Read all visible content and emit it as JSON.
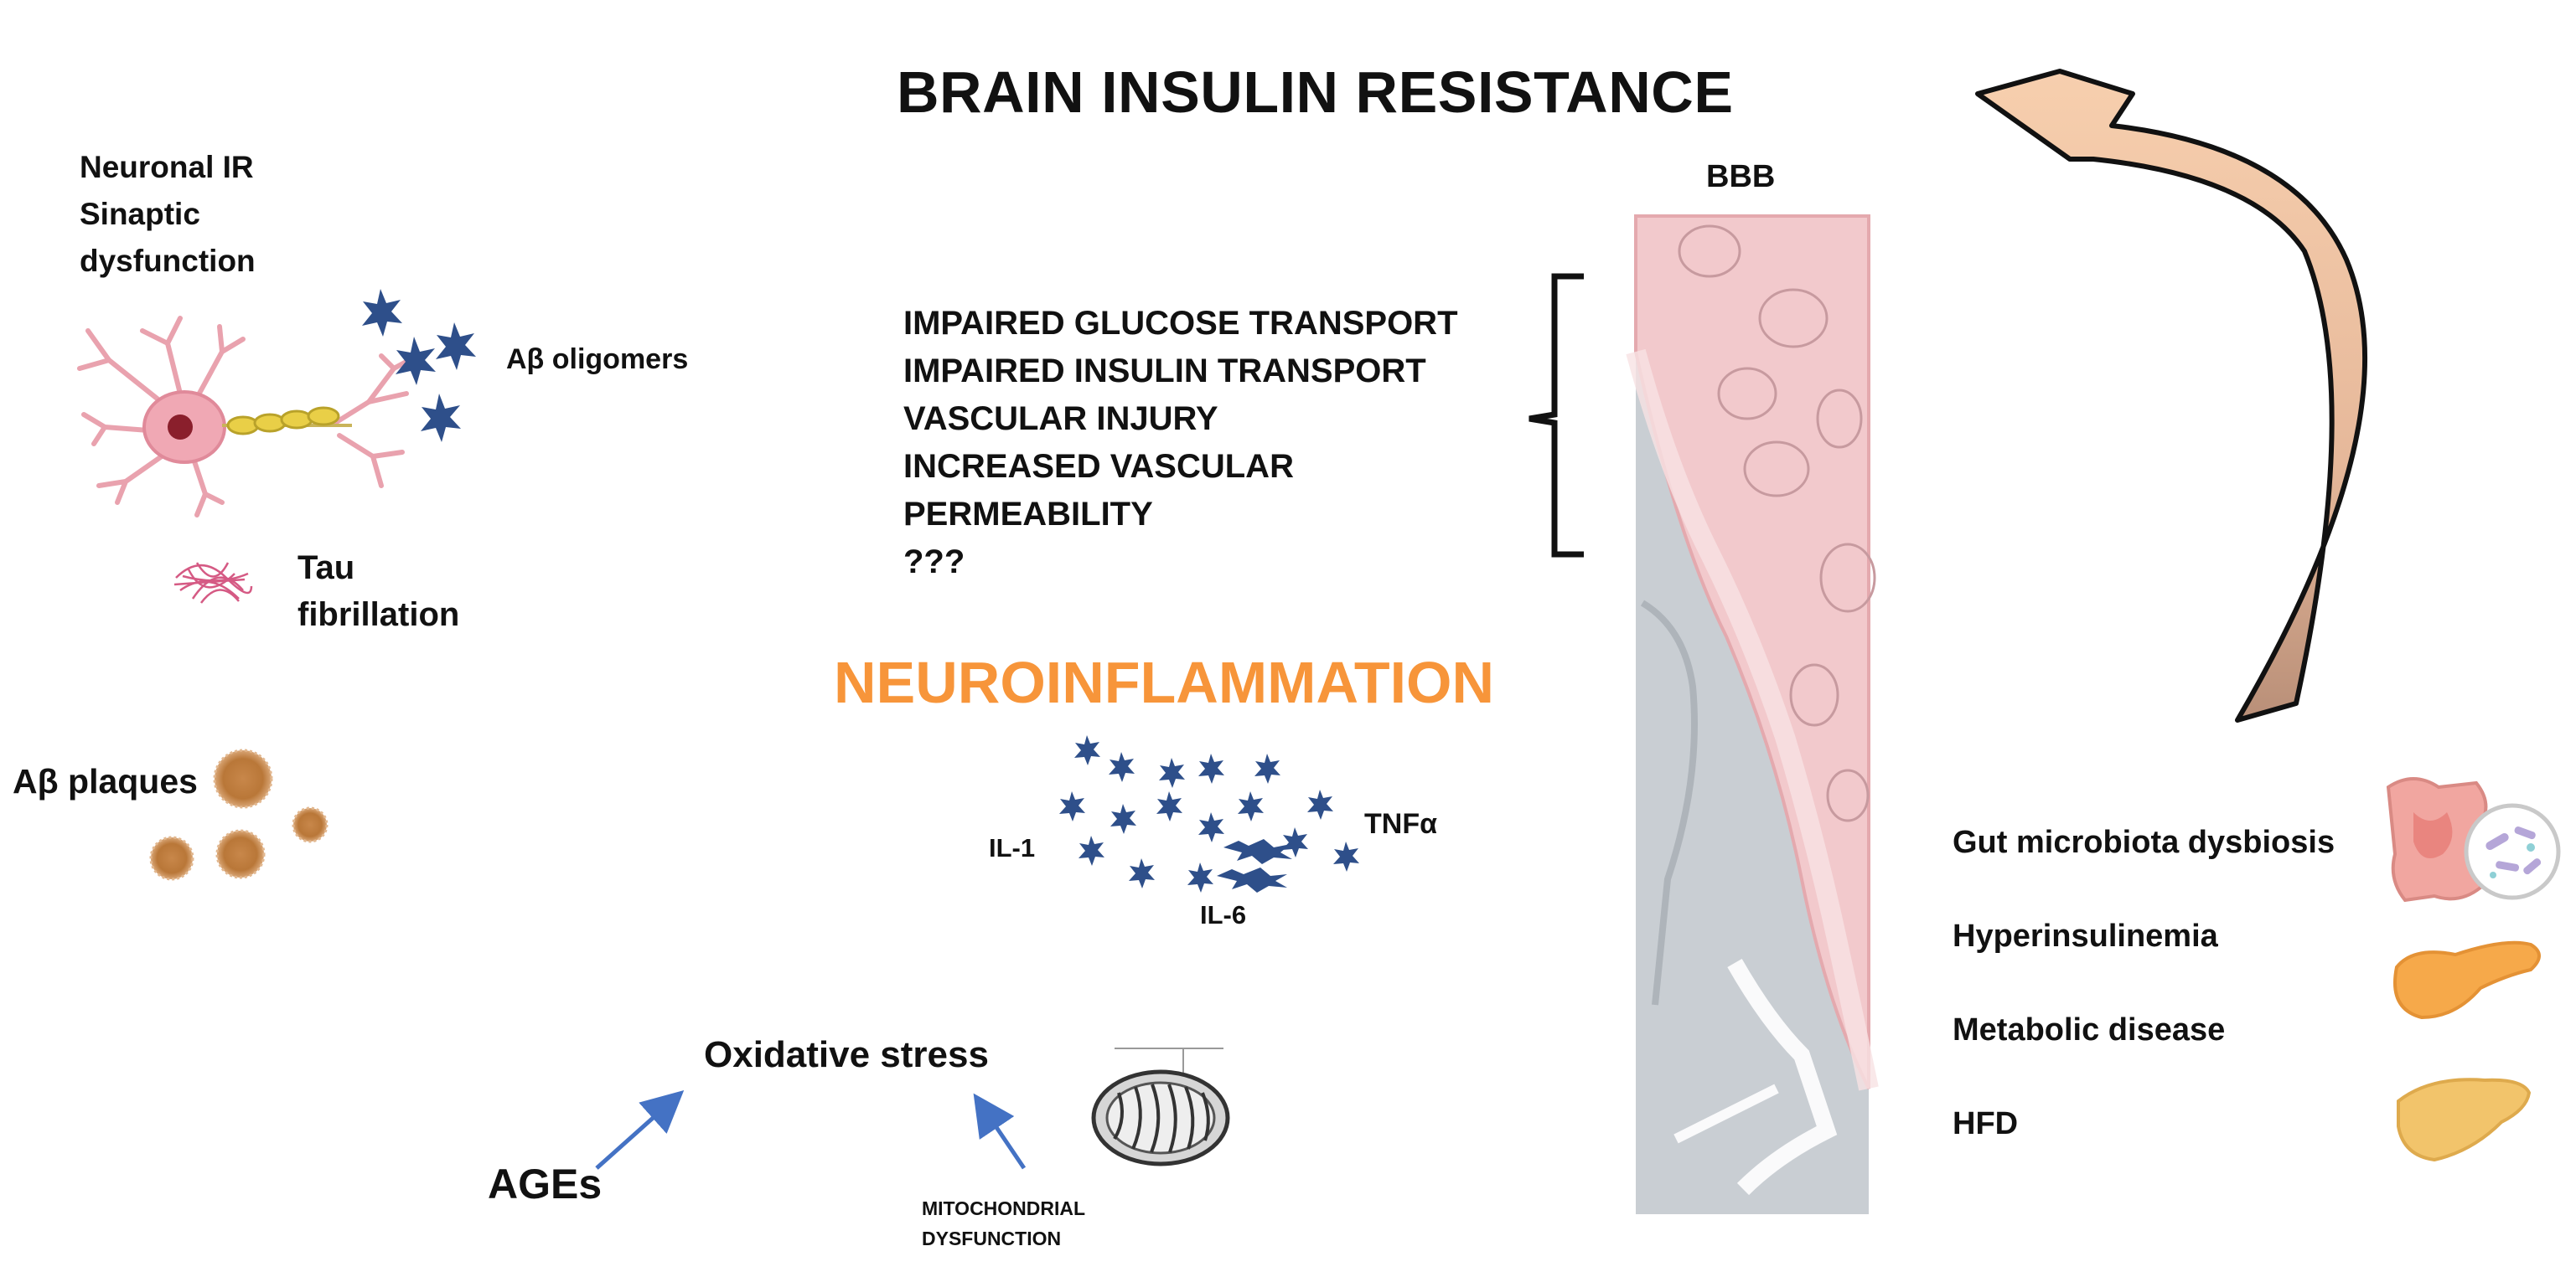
{
  "title": "BRAIN INSULIN RESISTANCE",
  "bbb_label": "BBB",
  "neuronal": {
    "lines": [
      "Neuronal IR",
      "Sinaptic",
      "dysfunction"
    ]
  },
  "abeta_oligomers_label": "Aβ oligomers",
  "tau": {
    "lines": [
      "Tau",
      "fibrillation"
    ]
  },
  "abeta_plaques_label": "Aβ plaques",
  "impairments": [
    "IMPAIRED GLUCOSE TRANSPORT",
    "IMPAIRED INSULIN TRANSPORT",
    "VASCULAR INJURY",
    "INCREASED VASCULAR",
    "PERMEABILITY",
    "???"
  ],
  "neuroinflammation": {
    "label": "NEUROINFLAMMATION",
    "color": "#f7953a",
    "cytokines": [
      "IL-1",
      "IL-6",
      "TNFα"
    ]
  },
  "oxidative_stress_label": "Oxidative stress",
  "ages_label": "AGEs",
  "mitochondrial": {
    "lines": [
      "MITOCHONDRIAL",
      "DYSFUNCTION"
    ]
  },
  "causes": [
    "Gut microbiota dysbiosis",
    "Hyperinsulinemia",
    "Metabolic disease",
    "HFD"
  ],
  "colors": {
    "star_blue": "#2e4f8a",
    "arrow_blue": "#4472c4",
    "big_arrow_fill": "#f3c6a5",
    "bbb_vessel_pink": "#f2c9cc",
    "bbb_tissue_gray": "#c9ced3"
  }
}
